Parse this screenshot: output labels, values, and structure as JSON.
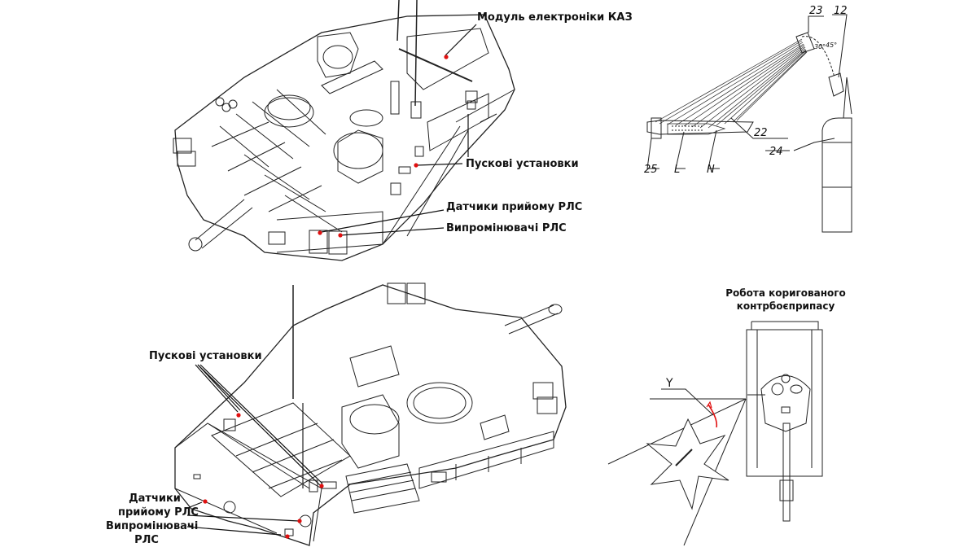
{
  "top_tank": {
    "labels": {
      "module": "Модуль електроніки КАЗ",
      "launchers": "Пускові установки",
      "receivers": "Датчики прийому РЛС",
      "emitters": "Випромінювачі РЛС"
    }
  },
  "bottom_tank": {
    "labels": {
      "launchers": "Пускові установки",
      "receivers_line1": "Датчики",
      "receivers_line2": "прийому РЛС",
      "emitters_line1": "Випромінювачі",
      "emitters_line2": "РЛС"
    }
  },
  "fragment_diagram": {
    "numbers": [
      "23",
      "12",
      "22",
      "24",
      "25",
      "L",
      "N"
    ],
    "angles": [
      "30°",
      "45°"
    ]
  },
  "intercept_diagram": {
    "title_line1": "Робота коригованого",
    "title_line2": "контрбоєприпасу",
    "angle_label": "Y"
  },
  "colors": {
    "marker": "#e01010",
    "line": "#111111"
  }
}
